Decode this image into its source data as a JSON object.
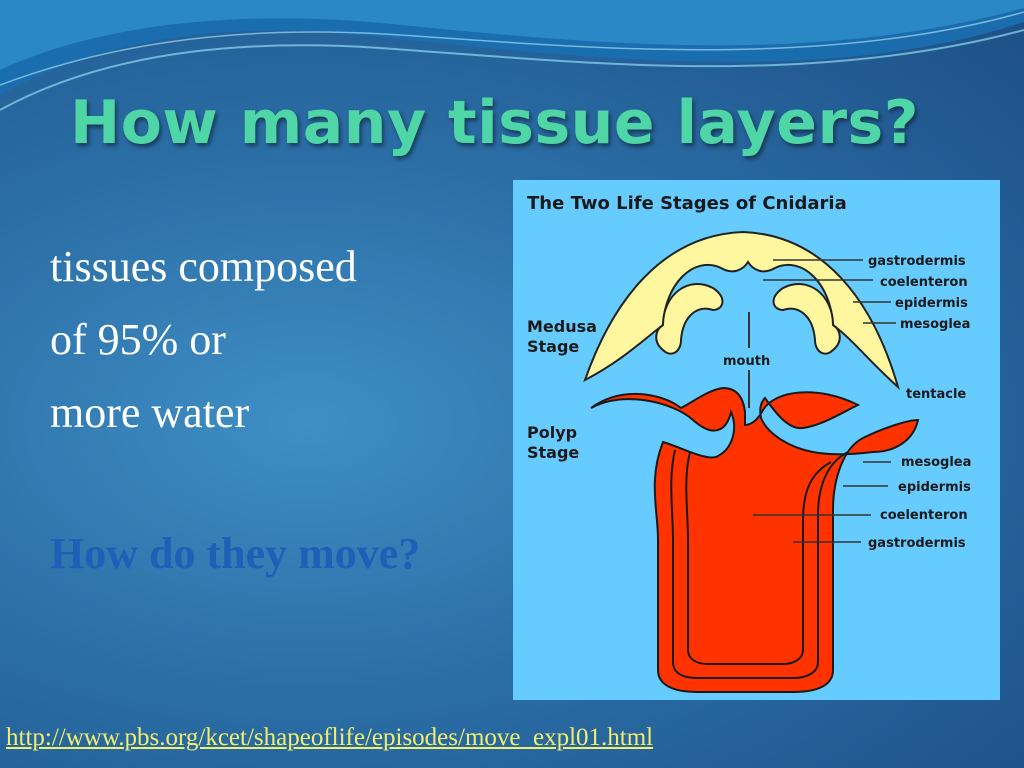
{
  "slide": {
    "title": "How many tissue layers?",
    "body_lines": [
      "tissues composed",
      "of 95% or",
      "more water"
    ],
    "question": "How do they move?",
    "link": "http://www.pbs.org/kcet/shapeoflife/episodes/move_expl01.html"
  },
  "diagram": {
    "title": "The Two Life Stages of Cnidaria",
    "medusa_label": [
      "Medusa",
      "Stage"
    ],
    "polyp_label": [
      "Polyp",
      "Stage"
    ],
    "mouth_label": "mouth",
    "medusa_parts": [
      "gastrodermis",
      "coelenteron",
      "epidermis",
      "mesoglea"
    ],
    "tentacle_label": "tentacle",
    "polyp_parts": [
      "mesoglea",
      "epidermis",
      "coelenteron",
      "gastrodermis"
    ]
  },
  "colors": {
    "title": "#4fd6a6",
    "question": "#1e5fb8",
    "link": "#f2ee6e",
    "diagram_bg": "#66ccff",
    "medusa": "#fff7a0",
    "polyp": "#ff3300"
  }
}
